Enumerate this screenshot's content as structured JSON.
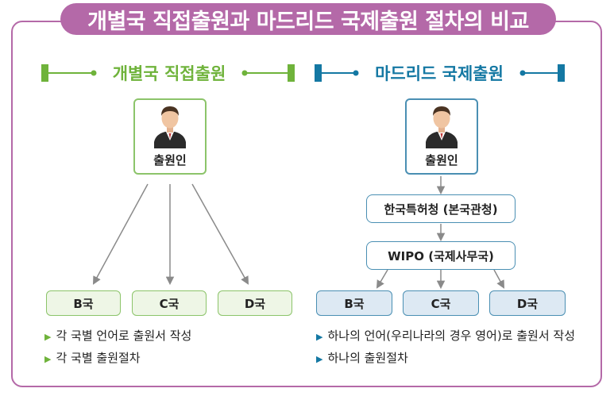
{
  "title": "개별국 직접출원과 마드리드 국제출원 절차의 비교",
  "colors": {
    "frame": "#b469a8",
    "left_accent": "#6fb33b",
    "right_accent": "#1478a3",
    "left_box_border": "#8cc46a",
    "left_box_fill": "#eef6e6",
    "right_box_border": "#4a8fb3",
    "right_box_fill": "#dde9f3",
    "arrow": "#8a8a8a"
  },
  "left": {
    "heading": "개별국 직접출원",
    "applicant_label": "출원인",
    "targets": [
      "B국",
      "C국",
      "D국"
    ],
    "bullets": [
      "각 국별 언어로 출원서 작성",
      "각 국별 출원절차"
    ]
  },
  "right": {
    "heading": "마드리드 국제출원",
    "applicant_label": "출원인",
    "office": "한국특허청 (본국관청)",
    "wipo": "WIPO (국제사무국)",
    "targets": [
      "B국",
      "C국",
      "D국"
    ],
    "bullets": [
      "하나의 언어(우리나라의 경우 영어)로 출원서 작성",
      "하나의 출원절차"
    ]
  },
  "icons": {
    "person": "person-icon",
    "bullet": "triangle-right-icon"
  }
}
